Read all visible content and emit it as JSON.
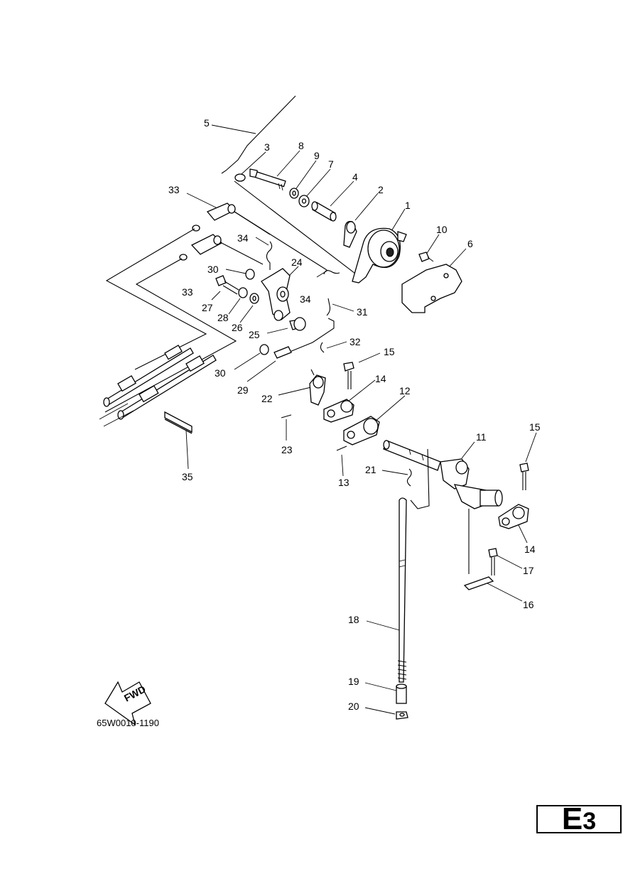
{
  "diagram": {
    "callouts": [
      "1",
      "2",
      "3",
      "4",
      "5",
      "6",
      "7",
      "8",
      "9",
      "10",
      "11",
      "12",
      "13",
      "14",
      "14",
      "15",
      "15",
      "16",
      "17",
      "18",
      "19",
      "20",
      "21",
      "22",
      "23",
      "24",
      "25",
      "26",
      "27",
      "28",
      "29",
      "30",
      "30",
      "31",
      "32",
      "33",
      "33",
      "34",
      "34",
      "35"
    ],
    "direction_label": "FWD",
    "drawing_code": "65W0010-1190"
  },
  "badge": {
    "letter": "E",
    "number": "3"
  }
}
